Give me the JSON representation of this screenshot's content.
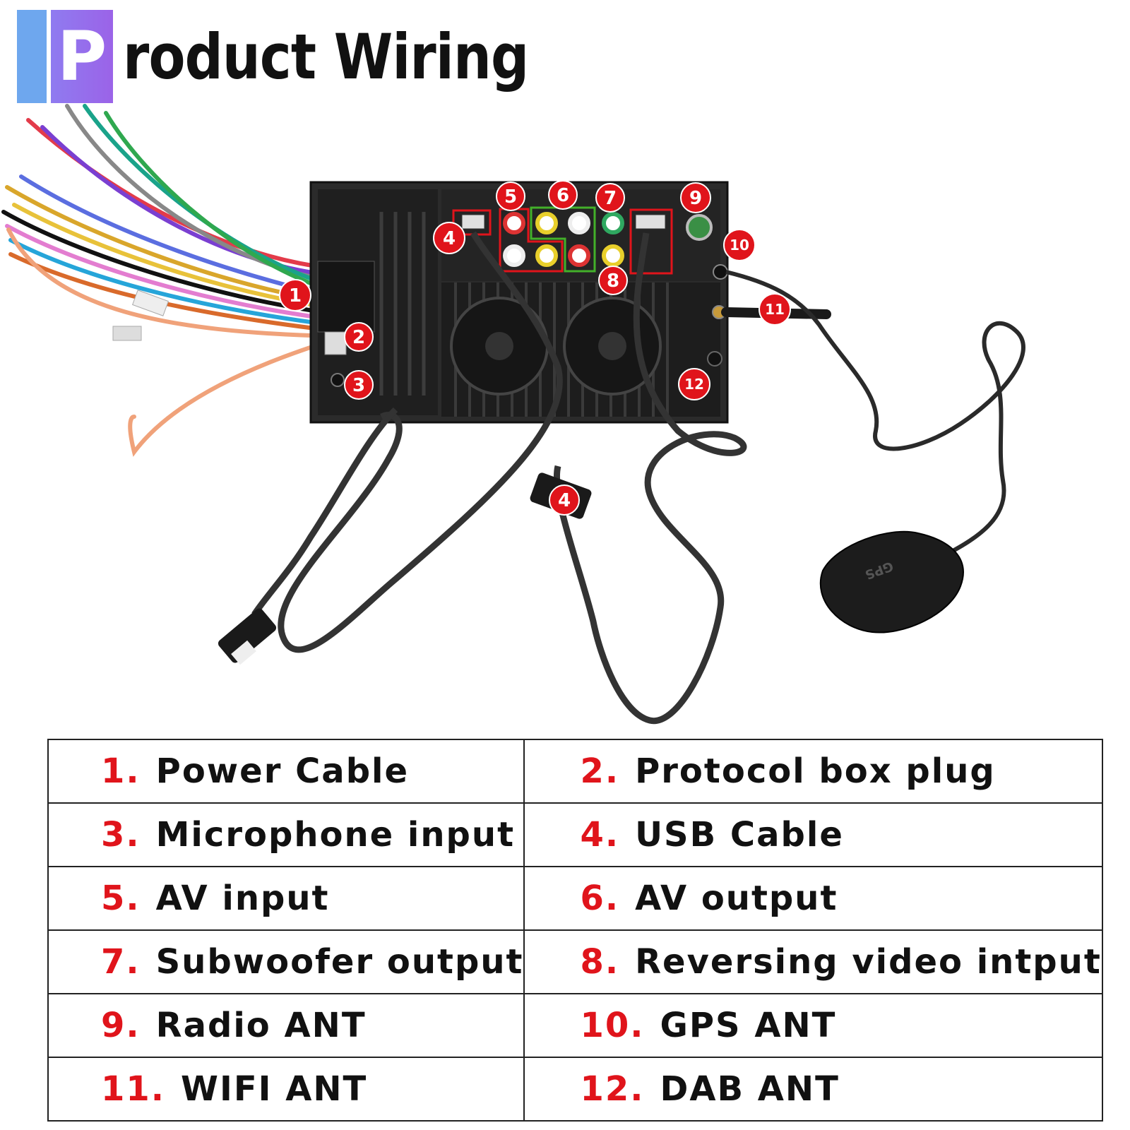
{
  "header": {
    "logo_letter": "P",
    "title_rest": "roduct Wiring",
    "colors": {
      "logo_light": "#6ea7ee",
      "logo_dark": "#9b63e8"
    }
  },
  "diagram": {
    "badge_color": "#e0141b",
    "callouts": [
      "1",
      "2",
      "3",
      "4",
      "5",
      "6",
      "7",
      "8",
      "9",
      "10",
      "11",
      "12",
      "4"
    ],
    "gps_module_label": "GPS"
  },
  "legend": {
    "rows": [
      [
        {
          "num": "1.",
          "label": "Power Cable"
        },
        {
          "num": "2.",
          "label": "Protocol box plug"
        }
      ],
      [
        {
          "num": "3.",
          "label": "Microphone input"
        },
        {
          "num": "4.",
          "label": "USB Cable"
        }
      ],
      [
        {
          "num": "5.",
          "label": "AV input"
        },
        {
          "num": "6.",
          "label": "AV output"
        }
      ],
      [
        {
          "num": "7.",
          "label": "Subwoofer output"
        },
        {
          "num": "8.",
          "label": "Reversing video intput"
        }
      ],
      [
        {
          "num": "9.",
          "label": "Radio ANT"
        },
        {
          "num": "10.",
          "label": "GPS ANT"
        }
      ],
      [
        {
          "num": "11.",
          "label": "WIFI ANT"
        },
        {
          "num": "12.",
          "label": "DAB ANT"
        }
      ]
    ]
  }
}
